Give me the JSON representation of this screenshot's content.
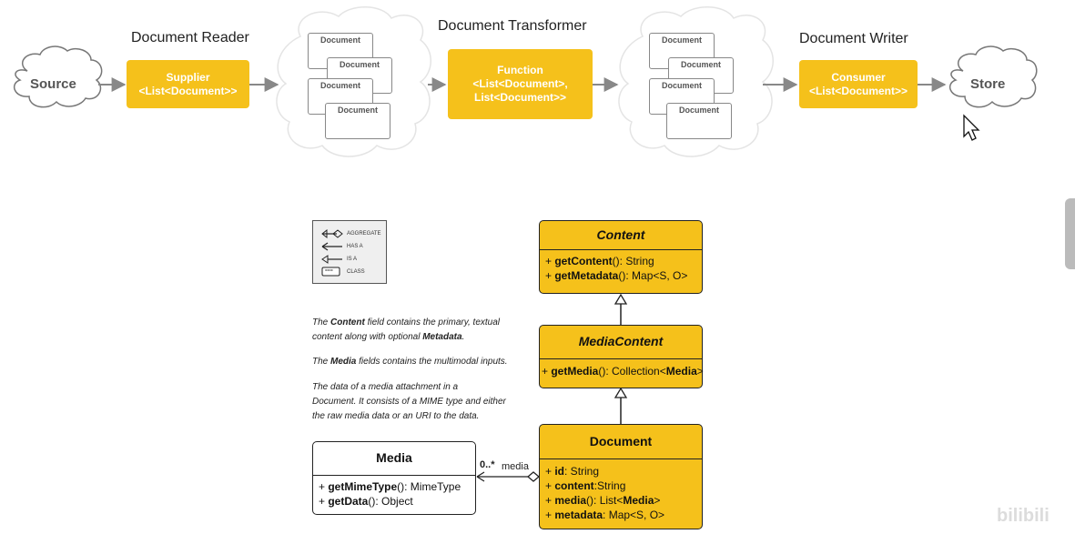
{
  "pipeline": {
    "stages": {
      "reader": "Document Reader",
      "transformer": "Document Transformer",
      "writer": "Document Writer"
    },
    "source": "Source",
    "store": "Store",
    "supplier": {
      "line1": "Supplier",
      "line2": "<List<Document>>"
    },
    "function": {
      "line1": "Function",
      "line2": "<List<Document>,",
      "line3": "List<Document>>"
    },
    "consumer": {
      "line1": "Consumer",
      "line2": "<List<Document>>"
    },
    "doc_label": "Document"
  },
  "legend": {
    "aggregate": "AGGREGATE",
    "has_a": "HAS A",
    "is_a": "IS A",
    "class": "CLASS",
    "class_glyph": "==="
  },
  "notes": {
    "n1_pre": "The ",
    "n1_b1": "Content",
    "n1_mid": " field contains the primary, textual",
    "n1_line2": " content along with optional ",
    "n1_b2": "Metadata",
    "n1_end": ".",
    "n2_pre": "The ",
    "n2_b": "Media",
    "n2_end": " fields contains the multimodal inputs.",
    "n3_l1": "The data of a media attachment in a",
    "n3_l2": "Document. It consists of a MIME type and either",
    "n3_l3": "the raw media data or an URI to the data."
  },
  "classes": {
    "content": {
      "name": "Content",
      "m1_prefix": "+ ",
      "m1_b": "getContent",
      "m1_rest": "(): String",
      "m2_prefix": "+ ",
      "m2_b": "getMetadata",
      "m2_rest": "(): Map<S, O>"
    },
    "media_content": {
      "name": "MediaContent",
      "m1_prefix": "+ ",
      "m1_b": "getMedia",
      "m1_rest": "(): Collection<",
      "m1_b2": "Media",
      "m1_end": ">"
    },
    "document": {
      "name": "Document",
      "f1_prefix": "+ ",
      "f1_b": "id",
      "f1_rest": ": String",
      "f2_prefix": "+ ",
      "f2_b": "content",
      "f2_rest": ":String",
      "f3_prefix": "+ ",
      "f3_b": "media",
      "f3_rest": "(): List<",
      "f3_b2": "Media",
      "f3_end": ">",
      "f4_prefix": "+ ",
      "f4_b": "metadata",
      "f4_rest": ": Map<S, O>"
    },
    "media": {
      "name": "Media",
      "m1_prefix": "+ ",
      "m1_b": "getMimeType",
      "m1_rest": "(): MimeType",
      "m2_prefix": "+ ",
      "m2_b": "getData",
      "m2_rest": "(): Object"
    }
  },
  "association": {
    "multiplicity": "0..*",
    "role": "media"
  },
  "colors": {
    "accent": "#f5c11b",
    "line": "#888888",
    "dark": "#222222"
  },
  "watermark": "bilibili"
}
